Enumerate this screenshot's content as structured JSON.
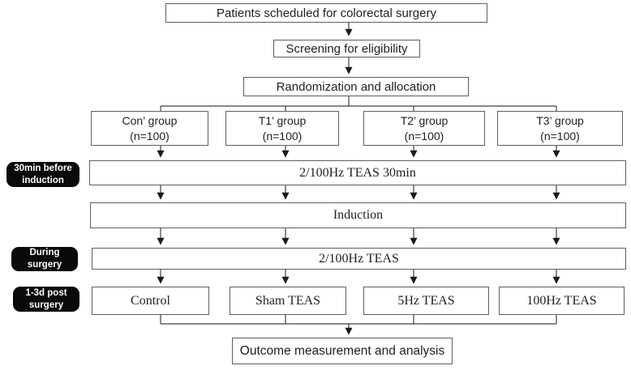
{
  "diagram": {
    "patients": "Patients scheduled for colorectal surgery",
    "screening": "Screening for eligibility",
    "randomization": "Randomization and allocation",
    "groups": [
      {
        "name": "Con’ group",
        "size": "(n=100)"
      },
      {
        "name": "T1’ group",
        "size": "(n=100)"
      },
      {
        "name": "T2’ group",
        "size": "(n=100)"
      },
      {
        "name": "T3’ group",
        "size": "(n=100)"
      }
    ],
    "phases": [
      {
        "line1": "30min before",
        "line2": "induction"
      },
      {
        "line1": "During",
        "line2": "surgery"
      },
      {
        "line1": "1-3d post",
        "line2": "surgery"
      }
    ],
    "stages": [
      {
        "label": "2/100Hz TEAS 30min"
      },
      {
        "label": "Induction"
      },
      {
        "label": "2/100Hz TEAS"
      }
    ],
    "arms": [
      {
        "label": "Control"
      },
      {
        "label": "Sham TEAS"
      },
      {
        "label": "5Hz TEAS"
      },
      {
        "label": "100Hz TEAS"
      }
    ],
    "outcome": "Outcome measurement and analysis",
    "colors": {
      "phase_bg": "#0a0a0a",
      "phase_text": "#ffffff",
      "box_border": "#5f5f5f",
      "line": "#404040",
      "arrow": "#1a1a1a",
      "text": "#1f1f1f",
      "background": "#ffffff"
    }
  }
}
